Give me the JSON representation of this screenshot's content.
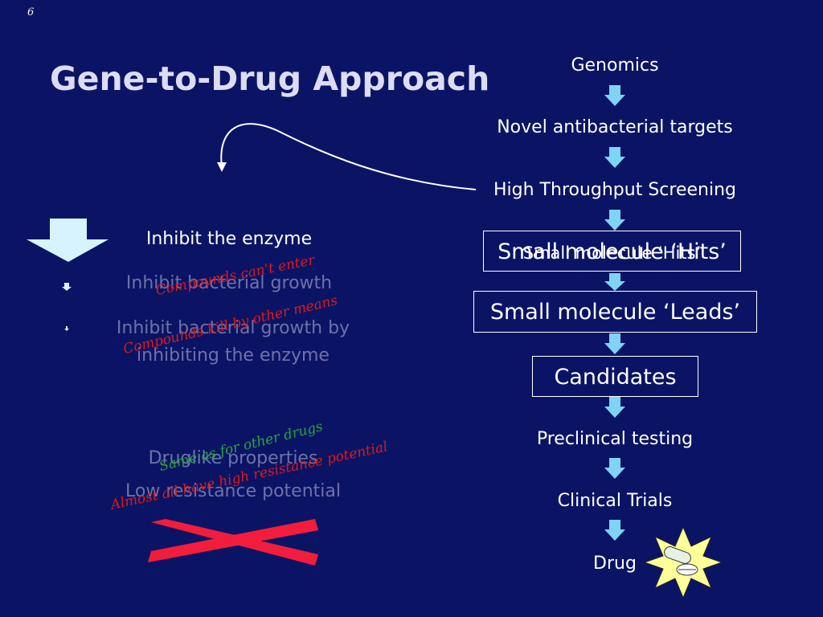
{
  "slide": {
    "number": "6",
    "title": "Gene-to-Drug Approach"
  },
  "pipeline": {
    "steps": [
      "Genomics",
      "Novel antibacterial targets",
      "High Throughput Screening",
      "Small molecule ‘Hits’",
      "Small molecule ‘Leads’",
      "Candidates",
      "Preclinical testing",
      "Clinical Trials",
      "Drug"
    ],
    "hits_overlay_text": "Small molecule ‘Hits’"
  },
  "criteria": {
    "inhibit_enzyme": "Inhibit the enzyme",
    "inhibit_growth": "Inhibit bacterial growth",
    "inhibit_growth_by_enzyme": "Inhibit bacterial growth by",
    "inhibit_growth_by_enzyme_line2": "inhibiting the enzyme",
    "druglike": "Druglike properties",
    "low_resistance": "Low resistance potential"
  },
  "annotations": {
    "cant_enter": "Compounds can't enter",
    "kill_other_means": "Compounds kill by other means",
    "same_as_other": "Same as for other drugs",
    "high_resistance": "Almost all have high resistance potential"
  },
  "colors": {
    "background": "#0b1464",
    "arrow_fill": "#7fd3f5",
    "big_arrow_fill": "#d7f3fd",
    "dim_text": "#6d72a8",
    "red_annotation": "#e01818",
    "green_annotation": "#22a83a",
    "x_mark": "#f21d3c",
    "burst_fill": "#ffff99"
  },
  "icons": {
    "big_down_arrow": "down-arrow-icon",
    "x_mark": "x-mark-icon",
    "drug": "pill-burst-icon"
  }
}
